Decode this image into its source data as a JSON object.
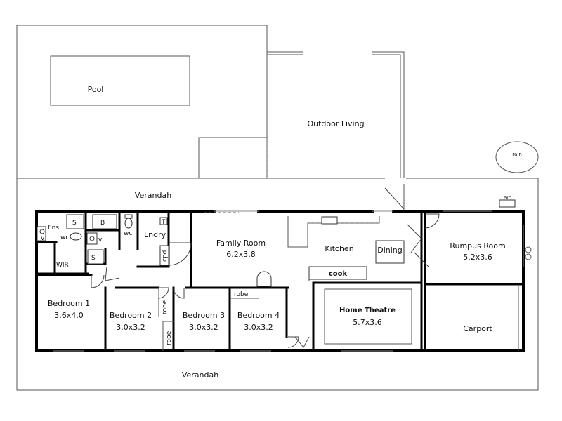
{
  "labels": {
    "pool": "Pool",
    "outdoor_living": "Outdoor Living",
    "rain": "rain",
    "verandah_top": "Verandah",
    "verandah_bottom": "Verandah",
    "ac": "a/c",
    "ens": "Ens",
    "s1": "S",
    "b": "B",
    "wc1": "wc",
    "wc2": "wc",
    "t": "T",
    "lndry": "Lndry",
    "v1": "v",
    "v2": "v",
    "s2": "S",
    "wir": "WIR",
    "cpd": "cpd",
    "family_room": "Family Room",
    "family_room_size": "6.2x3.8",
    "kitchen": "Kitchen",
    "dining": "Dining",
    "cook": "cook",
    "rumpus_room": "Rumpus Room",
    "rumpus_room_size": "5.2x3.6",
    "bedroom1": "Bedroom 1",
    "bedroom1_size": "3.6x4.0",
    "bedroom2": "Bedroom 2",
    "bedroom2_size": "3.0x3.2",
    "bedroom3": "Bedroom 3",
    "bedroom3_size": "3.0x3.2",
    "bedroom4": "Bedroom 4",
    "bedroom4_size": "3.0x3.2",
    "robe1": "robe",
    "robe2": "robe",
    "robe3": "robe",
    "home_theatre": "Home Theatre",
    "home_theatre_size": "5.7x3.6",
    "carport": "Carport"
  }
}
